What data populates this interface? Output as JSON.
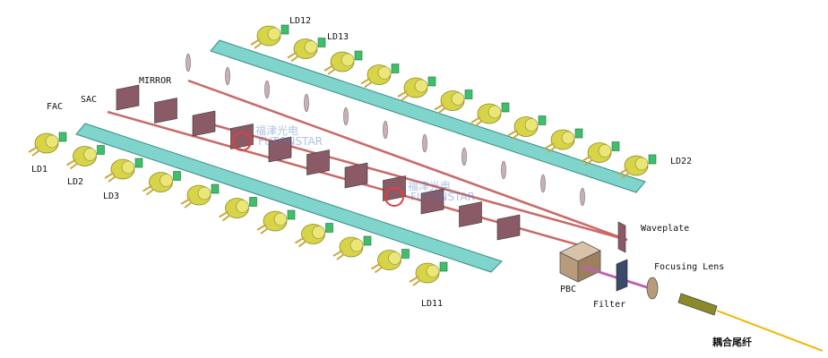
{
  "labels": {
    "fac": "FAC",
    "sac": "SAC",
    "mirror": "MIRROR",
    "ld1": "LD1",
    "ld2": "LD2",
    "ld3": "LD3",
    "ld11": "LD11",
    "ld12": "LD12",
    "ld13": "LD13",
    "ld22": "LD22",
    "waveplate": "Waveplate",
    "pbc": "PBC",
    "filter": "Filter",
    "focusing_lens": "Focusing Lens",
    "coupled_fiber": "耦合尾纤"
  },
  "watermark": {
    "text": "福津光电",
    "sub": "FUTONSTAR"
  },
  "colors": {
    "ld_body": "#d8d448",
    "ld_pins": "#c9a83a",
    "fac_lens": "#7fd4cc",
    "sac_lens": "#3fbf6c",
    "mirror": "#8a5a66",
    "beam": "#c0504d",
    "pbc": "#b79b7a",
    "fiber": "#f2b400",
    "watermark": "#4a7ac8"
  }
}
